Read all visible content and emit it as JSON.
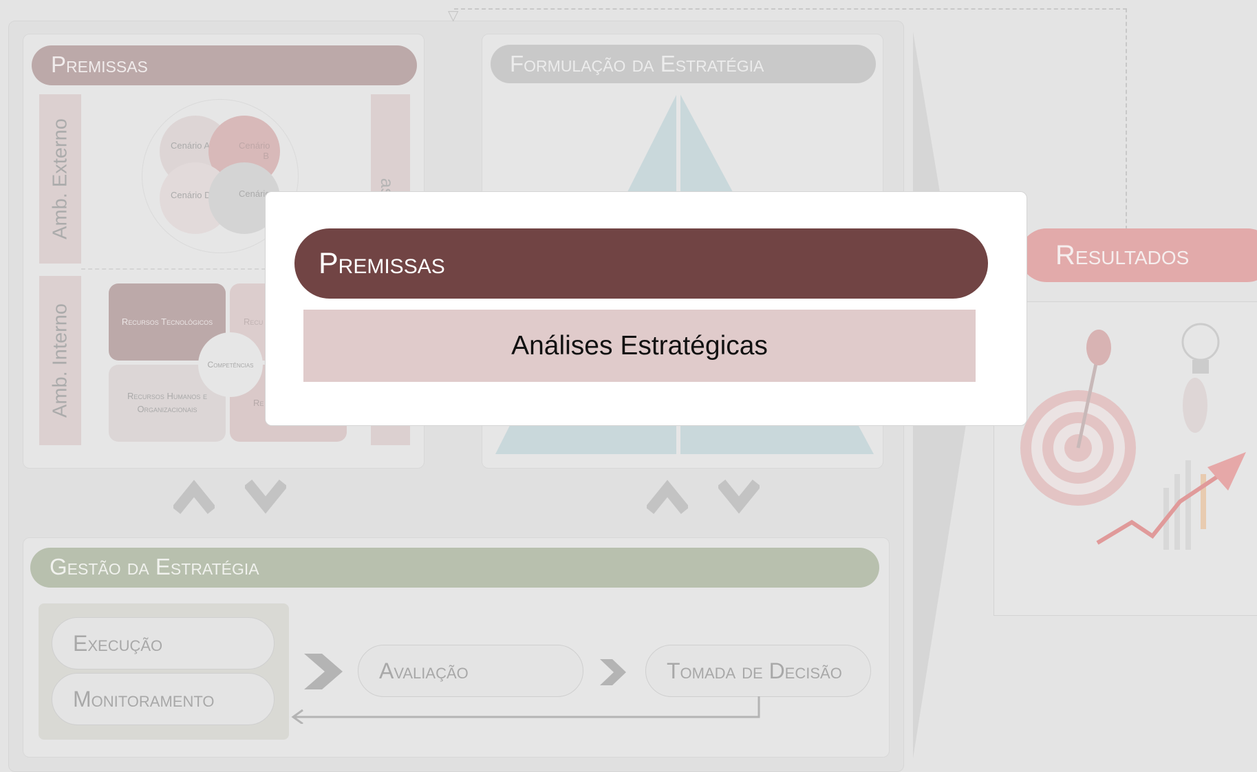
{
  "background": {
    "premissas": {
      "title": "Premissas",
      "amb_externo": "Amb. Externo",
      "amb_interno": "Amb. Interno",
      "right_bar_text": "as",
      "cenarios": {
        "a": "Cenário A",
        "b": "Cenário B",
        "c": "Cenário",
        "d": "Cenário D"
      },
      "recursos": {
        "tecnologicos": "Recursos Tecnológicos",
        "financeiros": "Recu",
        "humanos": "Recursos Humanos e Organizacionais",
        "materiais": "Re",
        "competencias": "Competências"
      }
    },
    "formulacao": {
      "title": "Formulação da Estratégia"
    },
    "gestao": {
      "title": "Gestão da Estratégia",
      "execucao": "Execução",
      "monitoramento": "Monitoramento",
      "avaliacao": "Avaliação",
      "tomada_decisao": "Tomada de Decisão"
    },
    "resultados": {
      "title": "Resultados"
    }
  },
  "modal": {
    "header": "Premissas",
    "item": "Análises Estratégicas"
  },
  "colors": {
    "modal_header": "#714444",
    "modal_item": "#e0cbcb",
    "resultados": "#e2aaaa",
    "gestao": "#b8c0ae"
  }
}
